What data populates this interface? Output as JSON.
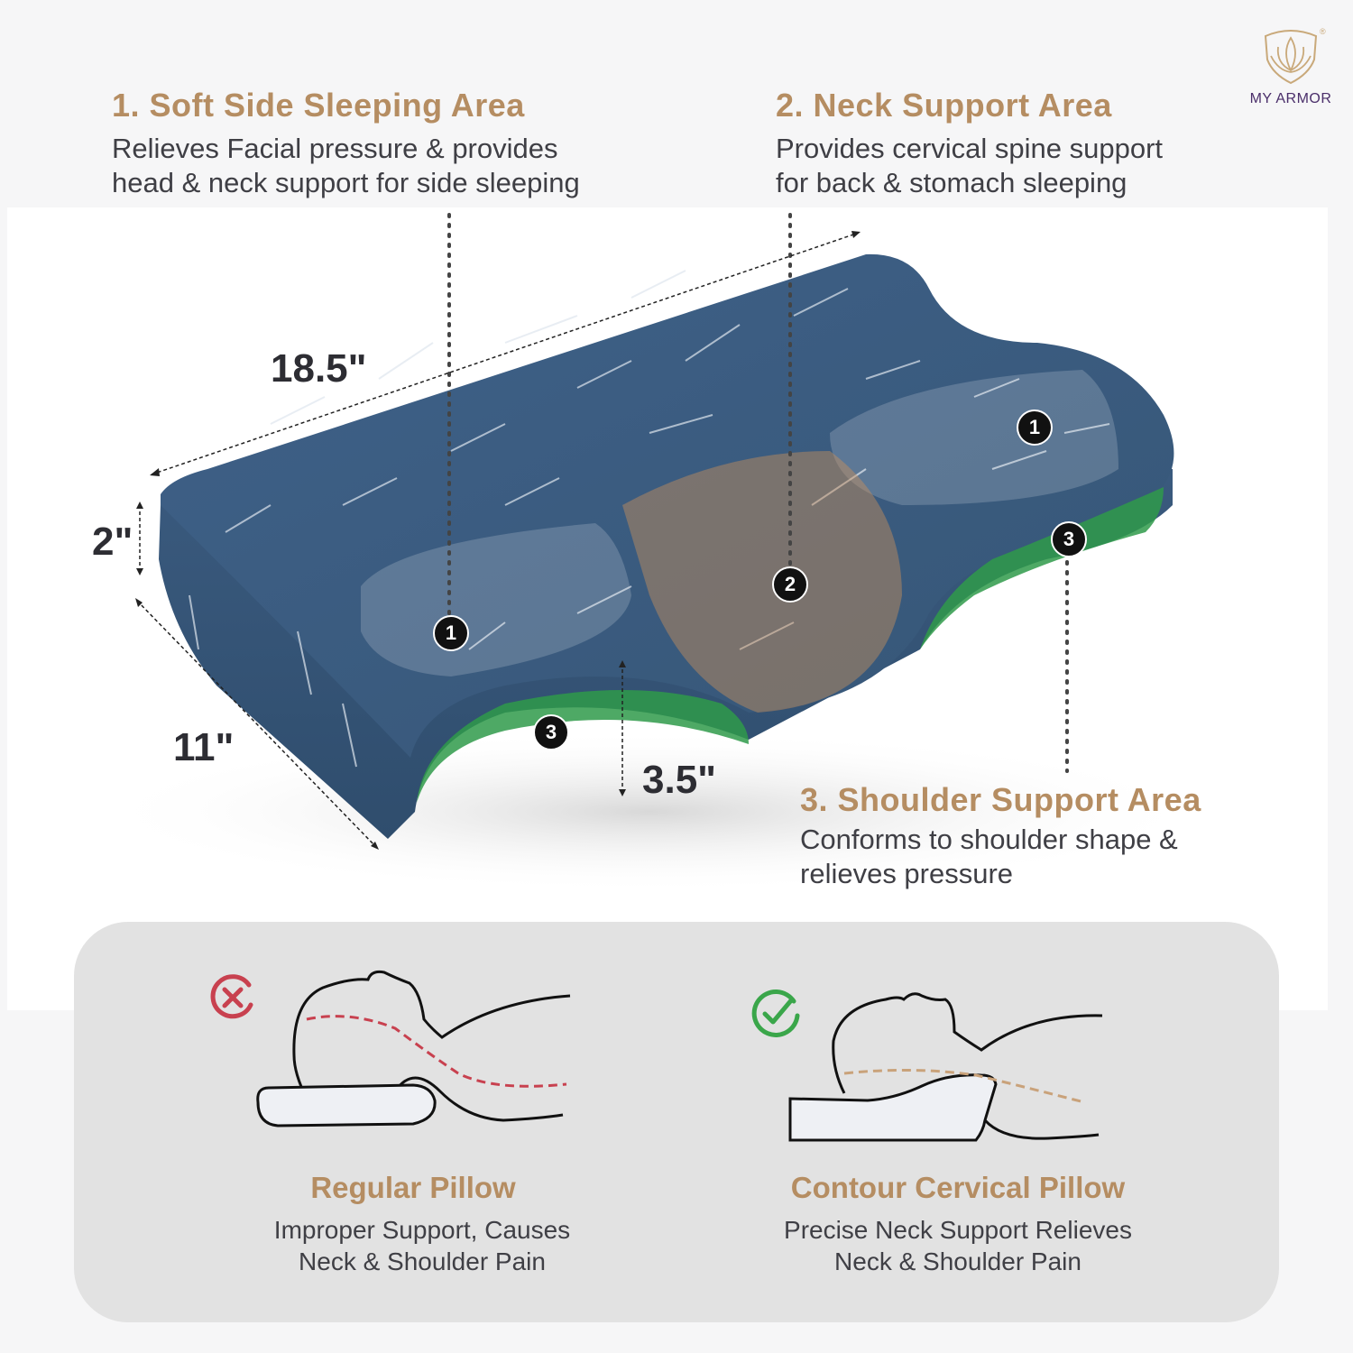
{
  "brand": {
    "name": "MY ARMOR",
    "registered_mark": "®"
  },
  "features": [
    {
      "title": "1. Soft Side Sleeping Area",
      "description_line1": "Relieves Facial pressure & provides",
      "description_line2": "head & neck support for side sleeping"
    },
    {
      "title": "2. Neck Support Area",
      "description_line1": "Provides cervical spine support",
      "description_line2": "for back & stomach sleeping"
    },
    {
      "title": "3. Shoulder Support Area",
      "description_line1": "Conforms to shoulder shape &",
      "description_line2": "relieves pressure"
    }
  ],
  "dimensions": {
    "length": "18.5\"",
    "height": "2\"",
    "width": "11\"",
    "contour_height": "3.5\""
  },
  "zone_badges": [
    "1",
    "2",
    "3",
    "1",
    "3"
  ],
  "comparison": {
    "bad": {
      "icon": "x-circle-icon",
      "color": "#c8414f",
      "title": "Regular Pillow",
      "description_line1": "Improper Support, Causes",
      "description_line2": "Neck & Shoulder Pain"
    },
    "good": {
      "icon": "check-circle-icon",
      "color": "#3aa64a",
      "title": "Contour Cervical Pillow",
      "description_line1": "Precise Neck Support Relieves",
      "description_line2": "Neck & Shoulder Pain"
    }
  },
  "colors": {
    "accent_gold": "#b58d62",
    "pillow_blue": "#3d5d80",
    "shoulder_green": "#2f9a4a",
    "neck_orange": "#c9905a",
    "text_dark": "#3f3f45"
  }
}
